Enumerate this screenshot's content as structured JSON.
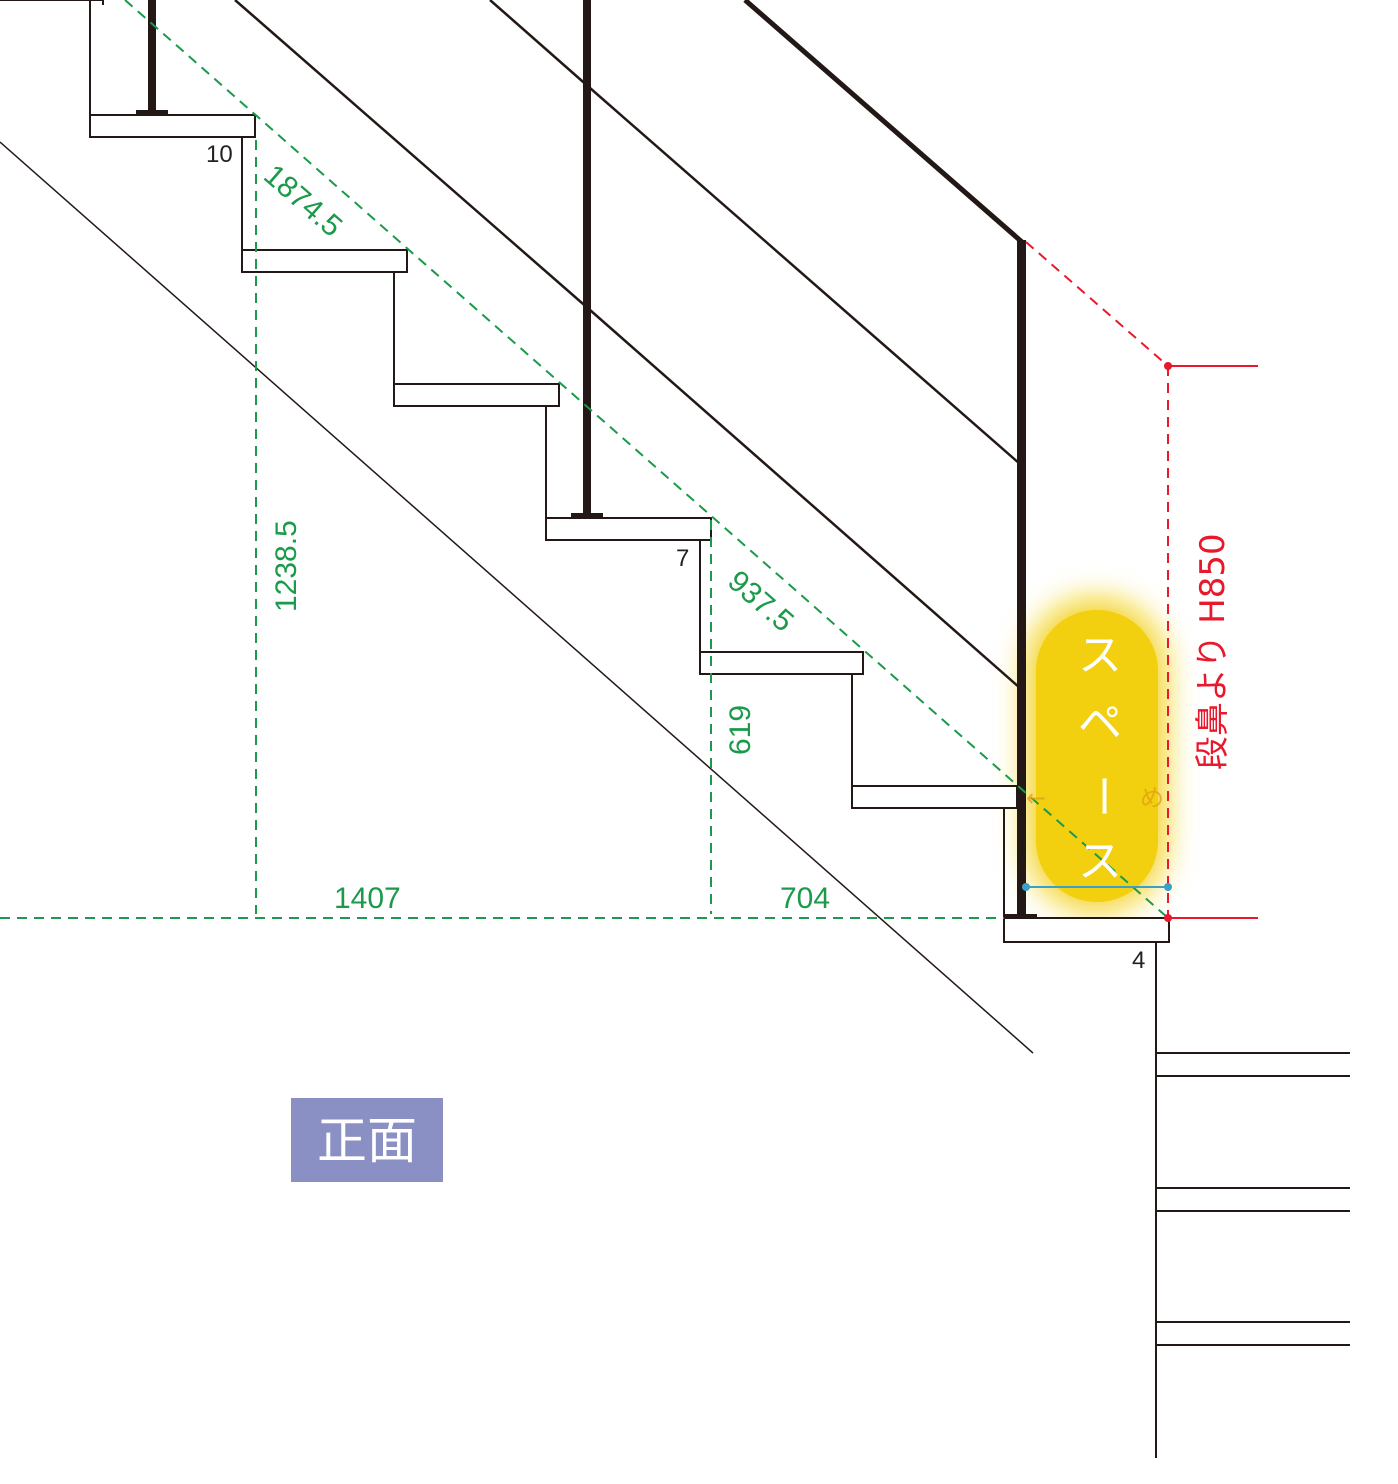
{
  "labels": {
    "step_10": "10",
    "step_7": "7",
    "step_4": "4",
    "dim_slope_upper": "1874.5",
    "dim_slope_lower": "937.5",
    "dim_height_left": "1238.5",
    "dim_height_right": "619",
    "dim_run_left": "1407",
    "dim_run_right": "704",
    "handrail_height": "段鼻より H850",
    "space_chars": [
      "ス",
      "ペ",
      "ー",
      "ス"
    ],
    "arrow_note": "←",
    "faint_note": "め",
    "view_badge": "正面"
  },
  "colors": {
    "line": "#231815",
    "dimension": "#1a9a4a",
    "handrail_height": "#e8192c",
    "highlight": "#f2cf0f",
    "badge": "#8a8fc4",
    "clearance": "#3aa0c8"
  }
}
